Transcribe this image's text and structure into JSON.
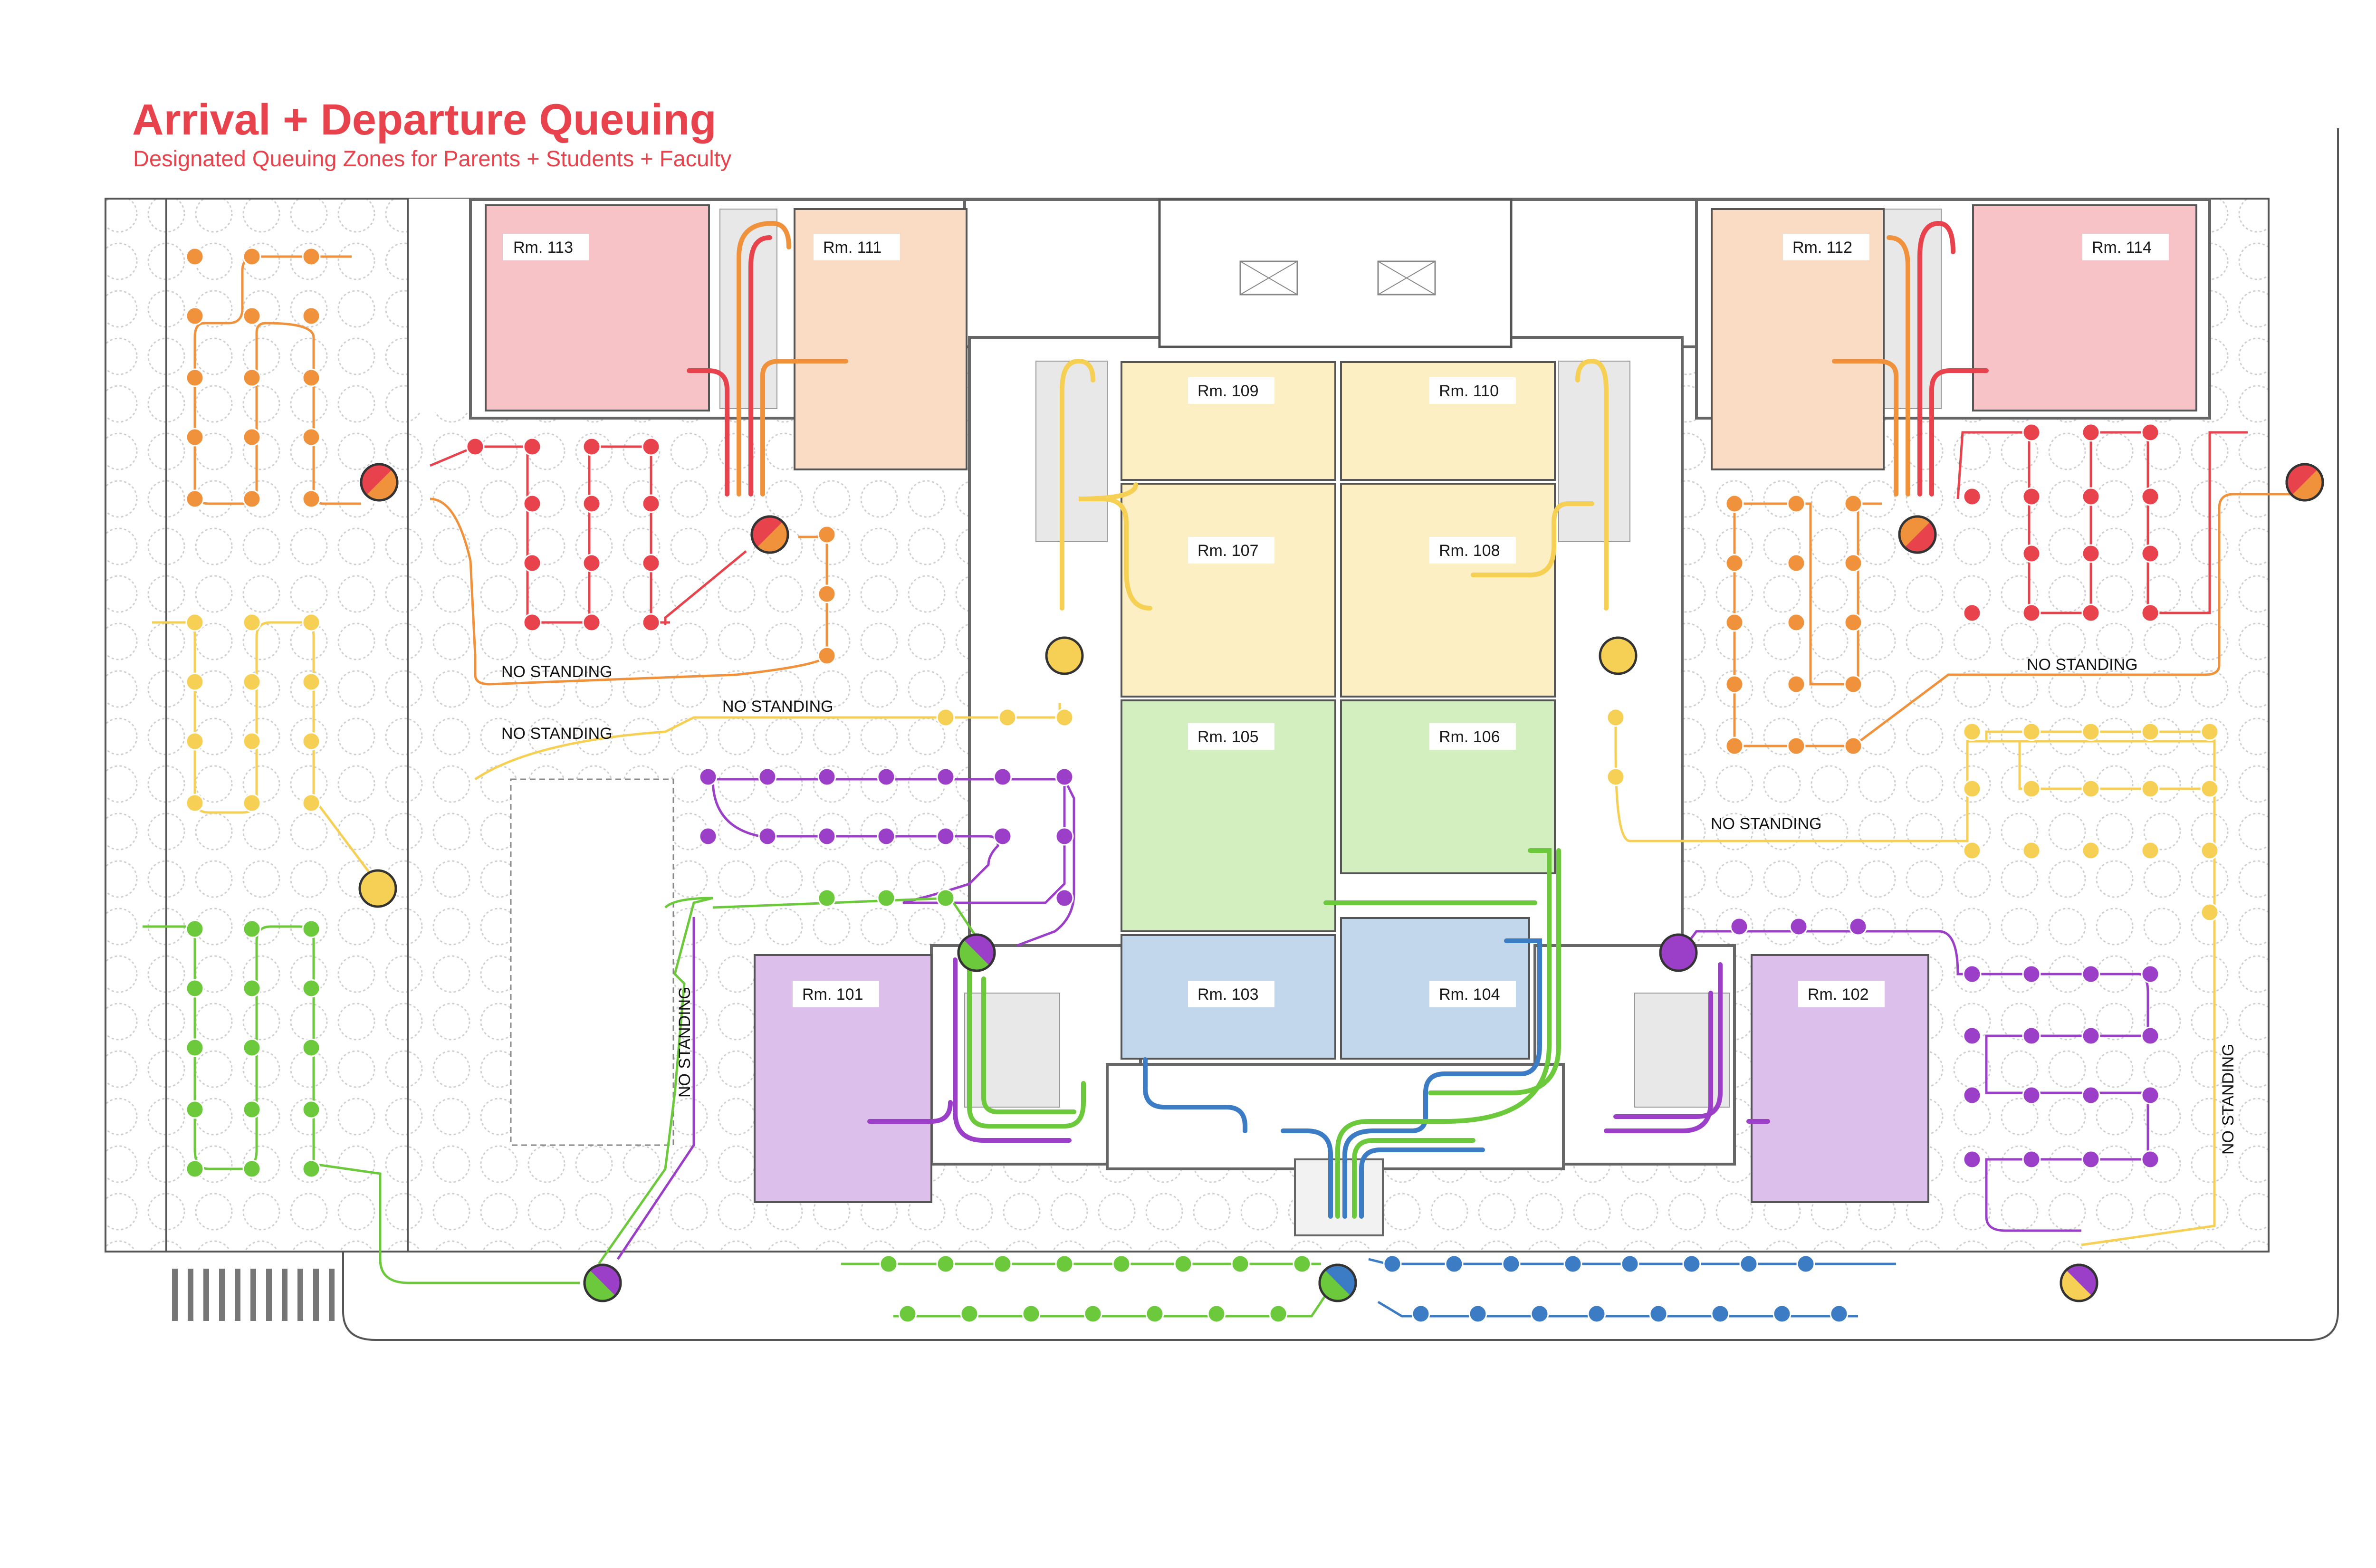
{
  "header": {
    "title": "Arrival + Departure Queuing",
    "subtitle": "Designated Queuing Zones for Parents + Students + Faculty"
  },
  "rooms": {
    "r101": "Rm. 101",
    "r102": "Rm. 102",
    "r103": "Rm. 103",
    "r104": "Rm. 104",
    "r105": "Rm. 105",
    "r106": "Rm. 106",
    "r107": "Rm. 107",
    "r108": "Rm. 108",
    "r109": "Rm. 109",
    "r110": "Rm. 110",
    "r111": "Rm. 111",
    "r112": "Rm. 112",
    "r113": "Rm. 113",
    "r114": "Rm. 114"
  },
  "labels": {
    "no_standing": "NO STANDING"
  },
  "colors": {
    "red": "#e8434c",
    "orange": "#f0913c",
    "yellow": "#f6d054",
    "green": "#6cc93c",
    "purple": "#9b3fc9",
    "blue": "#3b7cc4",
    "room_red": "#f8c3c6",
    "room_orange": "#fadcc4",
    "room_yellow": "#fcefc3",
    "room_green": "#d3efbf",
    "room_blue": "#c3d7ec",
    "room_purple": "#dcc0eb"
  }
}
